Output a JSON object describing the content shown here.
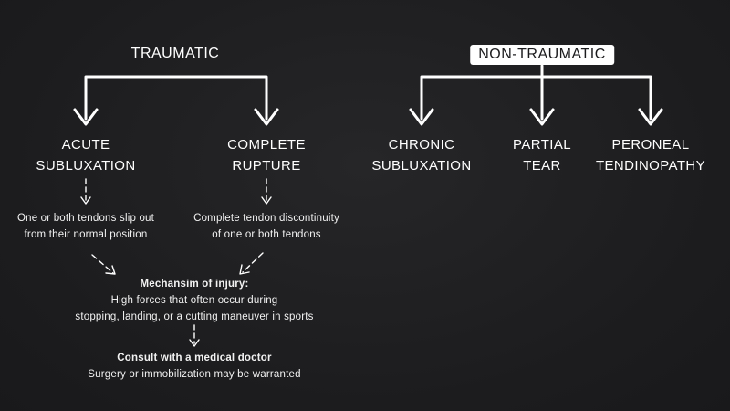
{
  "traumatic": {
    "label": "TRAUMATIC",
    "branches": [
      {
        "title_line1": "ACUTE",
        "title_line2": "SUBLUXATION",
        "desc_line1": "One or both tendons slip out",
        "desc_line2": "from their normal position"
      },
      {
        "title_line1": "COMPLETE",
        "title_line2": "RUPTURE",
        "desc_line1": "Complete tendon discontinuity",
        "desc_line2": "of one or both tendons"
      }
    ],
    "mechanism": {
      "title": "Mechansim of injury:",
      "line1": "High forces that often occur during",
      "line2": "stopping, landing, or a cutting maneuver in sports"
    },
    "consult": {
      "title": "Consult with a medical doctor",
      "line1": "Surgery or immobilization may be warranted"
    }
  },
  "non_traumatic": {
    "label": "NON-TRAUMATIC",
    "branches": [
      {
        "line1": "CHRONIC",
        "line2": "SUBLUXATION"
      },
      {
        "line1": "PARTIAL",
        "line2": "TEAR"
      },
      {
        "line1": "PERONEAL",
        "line2": "TENDINOPATHY"
      }
    ]
  },
  "colors": {
    "background": "#1e1e20",
    "ink": "#ffffff",
    "header_box": "#ffffff",
    "header_box_text": "#1b1b1d"
  }
}
